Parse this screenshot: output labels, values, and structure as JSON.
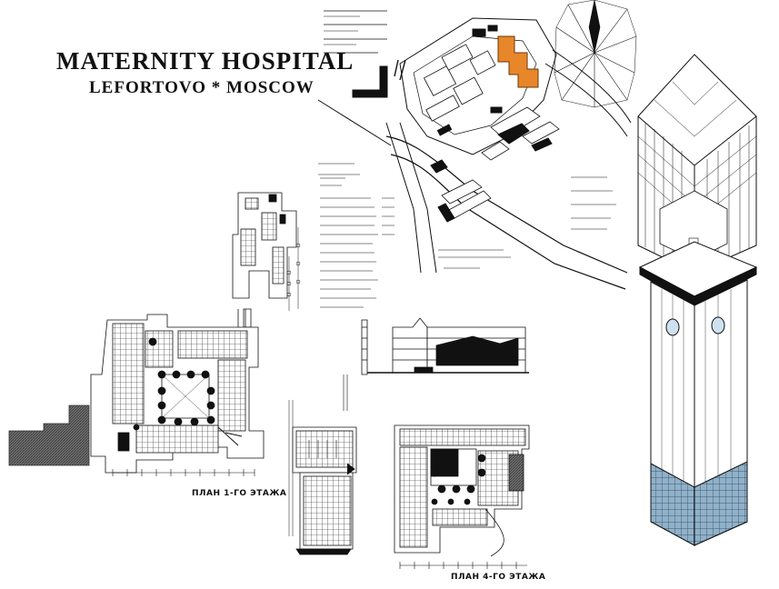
{
  "title": "MATERNITY HOSPITAL",
  "subtitle": "LEFORTOVO * MOSCOW",
  "plan_captions": {
    "first_floor": "ПЛАН 1-ГО ЭТАЖА",
    "fourth_floor": "ПЛАН 4-ГО ЭТАЖА"
  },
  "colors": {
    "ink": "#111111",
    "highlight_building": "#e8862a",
    "tile_floor": "#8fb1c9",
    "hatch_gray": "#7a7a7a"
  }
}
